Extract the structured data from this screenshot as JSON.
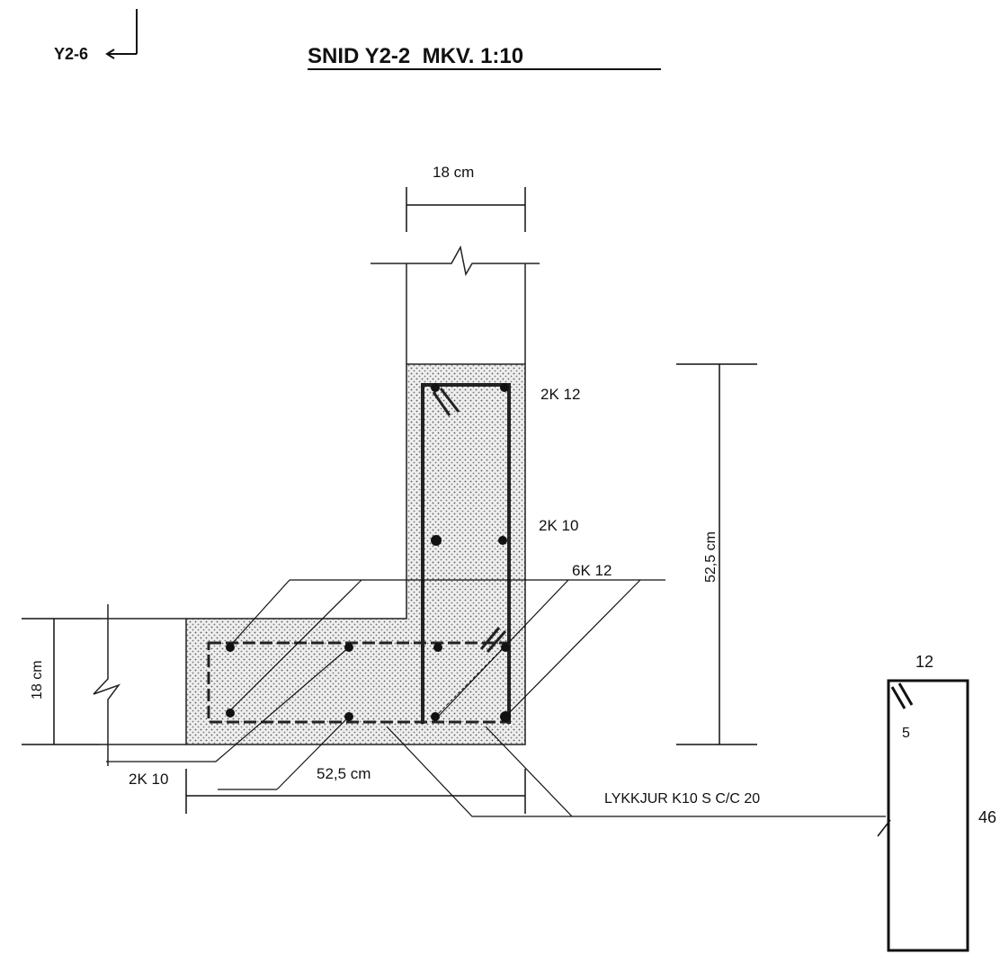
{
  "drawing": {
    "ref_mark": "Y2-6",
    "title": "SNID Y2-2  MKV. 1:10",
    "dimensions": {
      "top_width": "18 cm",
      "left_height": "18 cm",
      "right_height": "52,5 cm",
      "bottom_width": "52,5 cm"
    },
    "rebar_labels": {
      "top_bars": "2K 12",
      "middle_bars": "2K 10",
      "corner_bars": "6K 12",
      "bottom_left_bars": "2K 10",
      "stirrups": "LYKKJUR K10 S C/C 20"
    },
    "stirrup_detail": {
      "width": "12",
      "hook": "5",
      "height": "46"
    }
  }
}
